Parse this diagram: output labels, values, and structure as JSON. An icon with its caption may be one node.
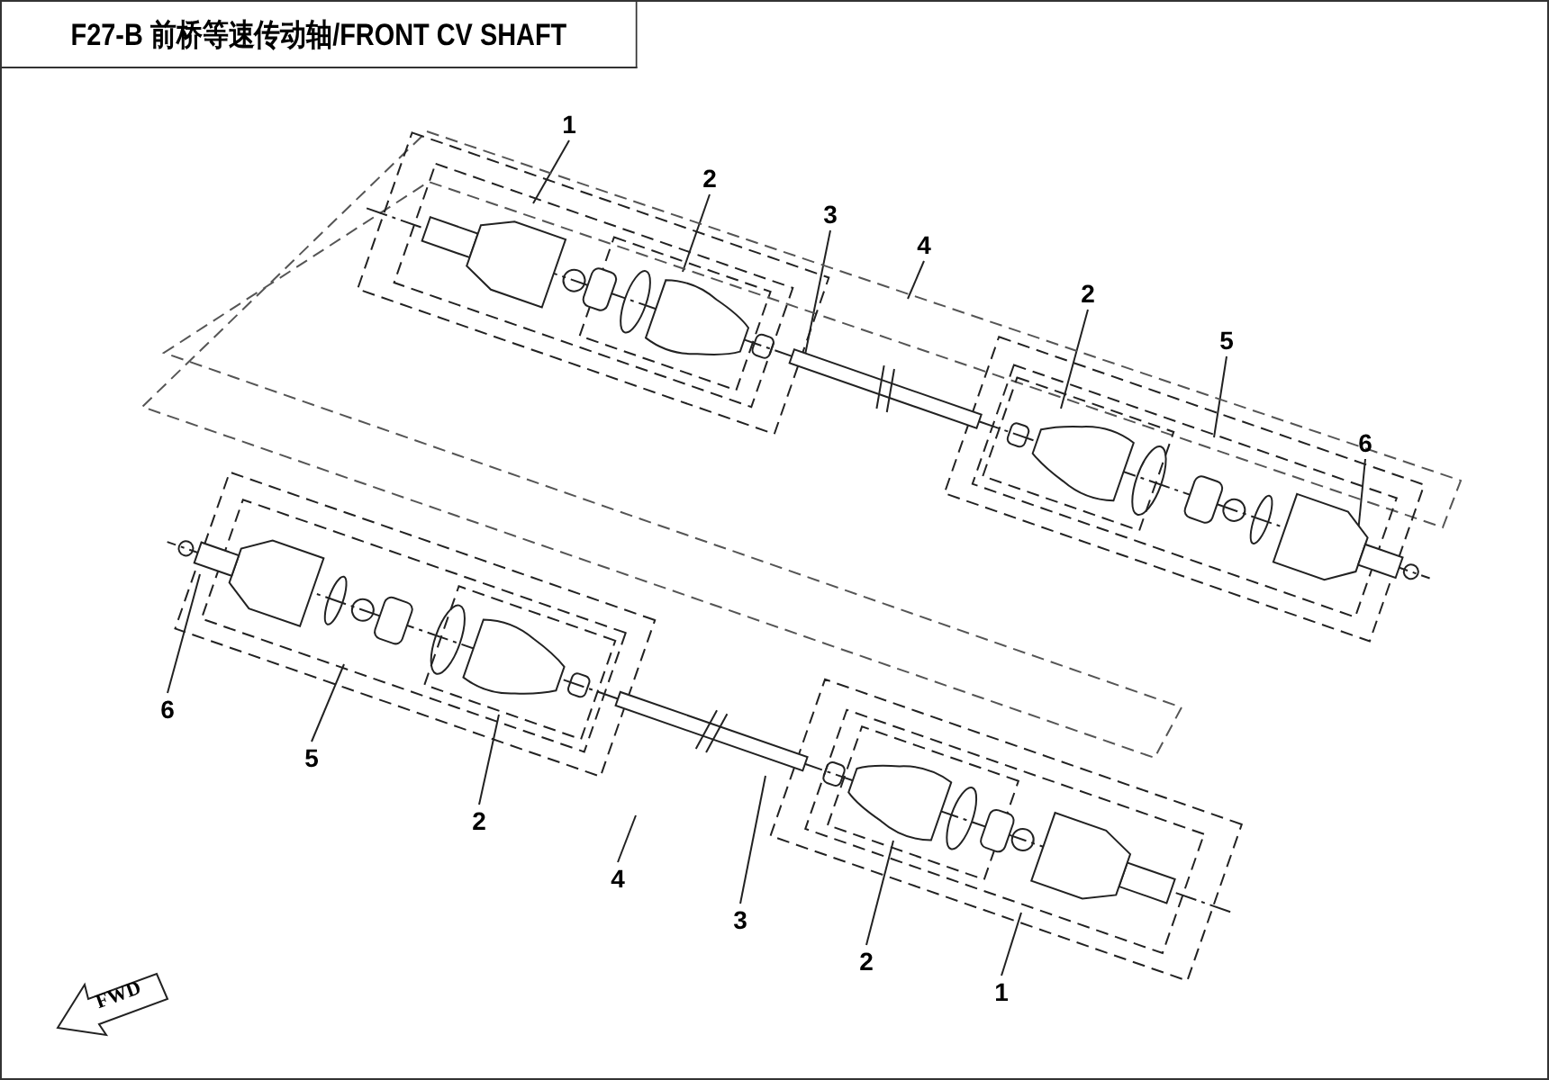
{
  "diagram": {
    "title": "F27-B 前桥等速传动轴/FRONT CV SHAFT",
    "nodes": [
      {
        "text": [
          "1"
        ]
      },
      {
        "text": [
          "2"
        ]
      },
      {
        "text": [
          "3"
        ]
      },
      {
        "text": [
          "4"
        ]
      },
      {
        "text": [
          "2"
        ]
      },
      {
        "text": [
          "5"
        ]
      },
      {
        "text": [
          "6"
        ]
      },
      {
        "text": [
          "6"
        ]
      },
      {
        "text": [
          "5"
        ]
      },
      {
        "text": [
          "2"
        ]
      },
      {
        "text": [
          "4"
        ]
      },
      {
        "text": [
          "3"
        ]
      },
      {
        "text": [
          "2"
        ]
      },
      {
        "text": [
          "1"
        ]
      }
    ],
    "edges": [
      {
        "from": 0,
        "to": null,
        "arrow": "none"
      },
      {
        "from": 1,
        "to": null,
        "arrow": "none"
      },
      {
        "from": 2,
        "to": null,
        "arrow": "none"
      },
      {
        "from": 3,
        "to": null,
        "arrow": "none"
      },
      {
        "from": 4,
        "to": null,
        "arrow": "none"
      },
      {
        "from": 5,
        "to": null,
        "arrow": "none"
      },
      {
        "from": 6,
        "to": null,
        "arrow": "none"
      },
      {
        "from": 7,
        "to": null,
        "arrow": "none"
      },
      {
        "from": 8,
        "to": null,
        "arrow": "none"
      },
      {
        "from": 9,
        "to": null,
        "arrow": "none"
      },
      {
        "from": 10,
        "to": null,
        "arrow": "none"
      },
      {
        "from": 11,
        "to": null,
        "arrow": "none"
      },
      {
        "from": 12,
        "to": null,
        "arrow": "none"
      },
      {
        "from": 13,
        "to": null,
        "arrow": "none"
      }
    ],
    "labels": [
      "FWD"
    ]
  }
}
